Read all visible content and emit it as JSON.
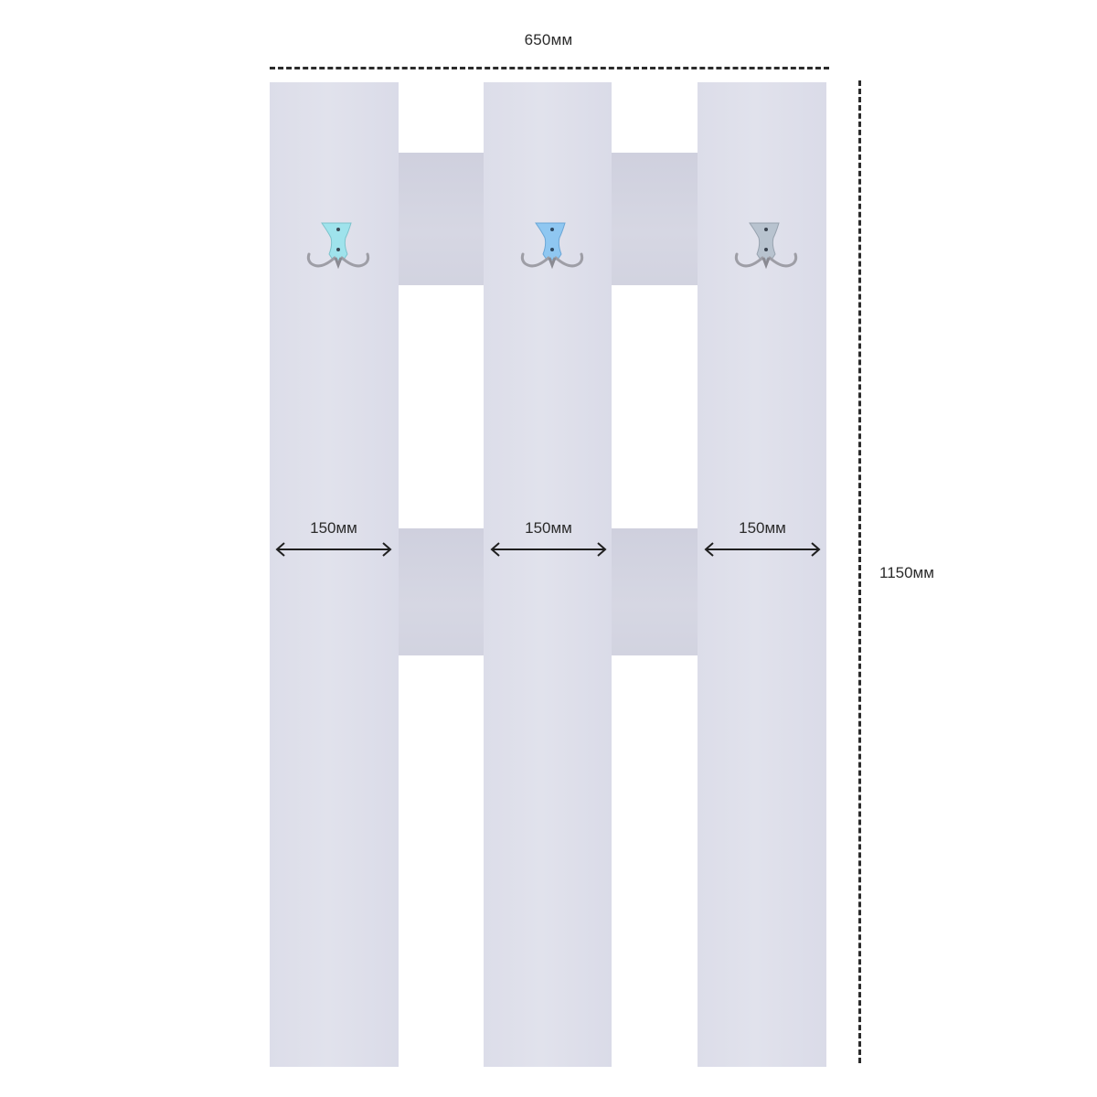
{
  "dimensions": {
    "overall_width": "650мм",
    "overall_height": "1150мм",
    "board_widths": [
      "150мм",
      "150мм",
      "150мм"
    ]
  },
  "hooks": [
    {
      "plate_color": "#9fe3ec"
    },
    {
      "plate_color": "#8fc7f1"
    },
    {
      "plate_color": "#b8c3cf"
    }
  ],
  "colors": {
    "board": "#dedfea",
    "rail": "#d2d3e0",
    "hook_metal": "#9e9ea6",
    "dimension_line": "#2b2b2b"
  }
}
